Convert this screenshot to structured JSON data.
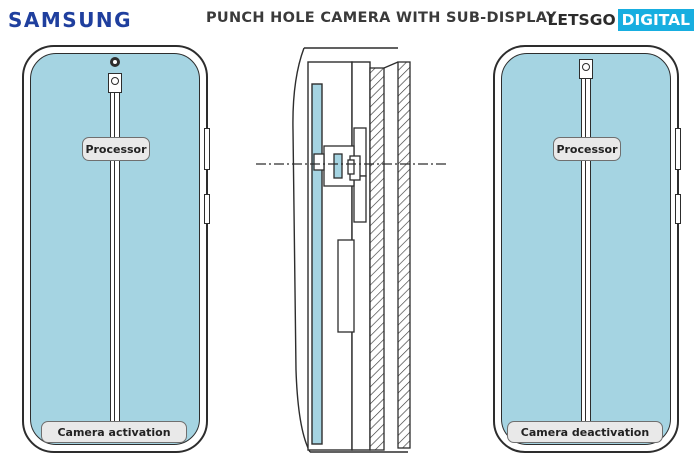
{
  "header": {
    "brand": "SAMSUNG",
    "title": "PUNCH HOLE CAMERA WITH SUB-DISPLAY",
    "source_part1": "LETSGO",
    "source_part2": "DIGITAL"
  },
  "left_phone": {
    "processor_label": "Processor",
    "camera_label": "Camera activation",
    "camera_state": "active"
  },
  "right_phone": {
    "processor_label": "Processor",
    "camera_label": "Camera deactivation",
    "camera_state": "inactive"
  },
  "colors": {
    "brand": "#1f3f9e",
    "screen": "#a5d4e2",
    "source_badge": "#17aee0",
    "outline": "#2d2d2d",
    "label_bg": "#e9e9e9"
  }
}
